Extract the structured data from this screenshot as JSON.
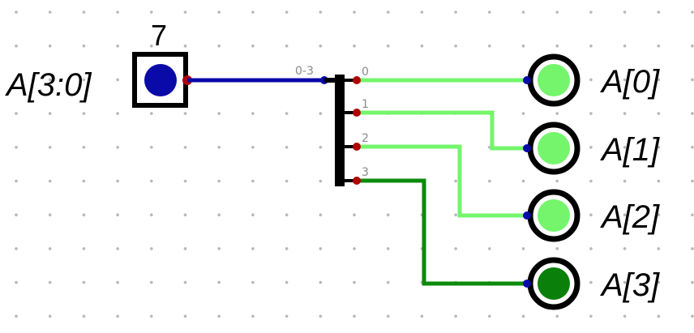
{
  "input_pin": {
    "label": "A[3:0]",
    "value": "7",
    "color": "#0a0aa8"
  },
  "splitter": {
    "fan_in_label": "0-3",
    "bits": [
      "0",
      "1",
      "2",
      "3"
    ]
  },
  "outputs": [
    {
      "label": "A[0]",
      "state": "on"
    },
    {
      "label": "A[1]",
      "state": "on"
    },
    {
      "label": "A[2]",
      "state": "on"
    },
    {
      "label": "A[3]",
      "state": "off"
    }
  ],
  "colors": {
    "wire_on": "#74f56c",
    "wire_off": "#0c8a0c",
    "bus": "#0a0aa8",
    "port": "#b00000",
    "port_in": "#0a0aa8",
    "led_on": "#74f56c",
    "led_off": "#0a800a"
  }
}
